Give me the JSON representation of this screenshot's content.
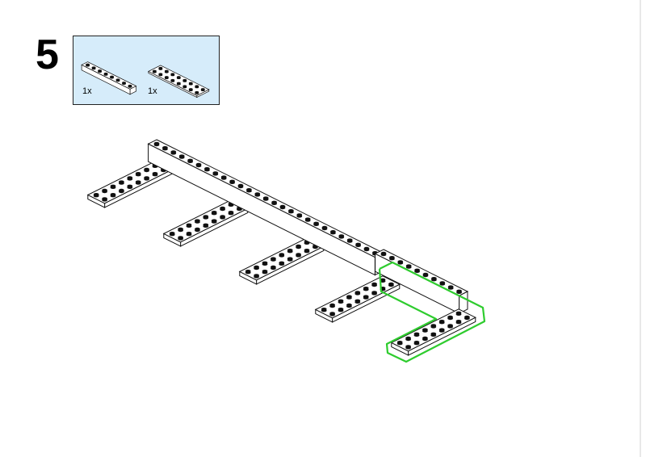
{
  "step": {
    "number": "5"
  },
  "parts_list": {
    "items": [
      {
        "part": "brick-1x8",
        "quantity": "1x"
      },
      {
        "part": "plate-2x8",
        "quantity": "1x"
      }
    ]
  },
  "colors": {
    "parts_background": "#d6ecfa",
    "highlight": "#2ecc2e",
    "outline": "#111111",
    "brick_fill": "#ffffff",
    "stud": "#111111"
  }
}
